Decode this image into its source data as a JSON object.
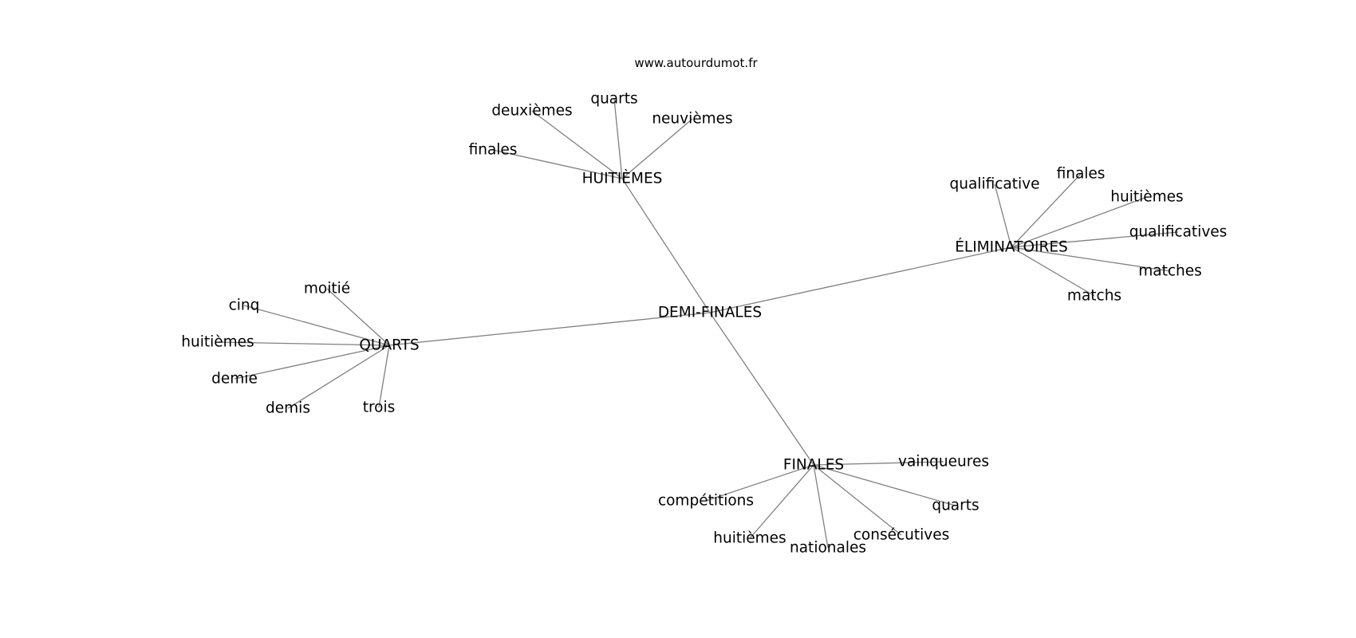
{
  "watermark": "www.autourdumot.fr",
  "graph": {
    "center": "DEMI-FINALES",
    "hubs": [
      {
        "label": "HUITIÈMES",
        "leaves": [
          "deuxièmes",
          "quarts",
          "neuvièmes",
          "finales"
        ]
      },
      {
        "label": "ÉLIMINATOIRES",
        "leaves": [
          "qualificative",
          "finales",
          "huitièmes",
          "qualificatives",
          "matches",
          "matchs"
        ]
      },
      {
        "label": "QUARTS",
        "leaves": [
          "moitié",
          "cinq",
          "huitièmes",
          "demie",
          "demis",
          "trois"
        ]
      },
      {
        "label": "FINALES",
        "leaves": [
          "vainqueures",
          "compétitions",
          "huitièmes",
          "nationales",
          "consécutives",
          "quarts"
        ]
      }
    ]
  }
}
